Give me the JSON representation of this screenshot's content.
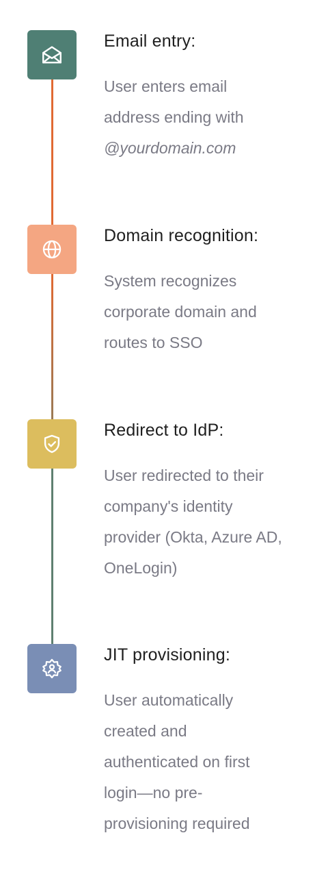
{
  "colors": {
    "step1_icon_bg": "#4f7f74",
    "step2_icon_bg": "#f4a682",
    "step3_icon_bg": "#dcbd5e",
    "step4_icon_bg": "#7a8eb5",
    "line_orange": "#e06a33",
    "line_brown": "#9a7a55",
    "line_green": "#5f8070",
    "title_text": "#1f1f1f",
    "body_text": "#7a7a85"
  },
  "steps": [
    {
      "icon": "envelope-icon",
      "title": "Email entry:",
      "desc_lines": [
        {
          "text": "User enters email",
          "italic": false
        },
        {
          "text": "address ending with",
          "italic": false
        },
        {
          "text": "@yourdomain.com",
          "italic": true
        }
      ]
    },
    {
      "icon": "globe-icon",
      "title": "Domain recognition:",
      "desc_lines": [
        {
          "text": "System recognizes",
          "italic": false
        },
        {
          "text": "corporate domain and",
          "italic": false
        },
        {
          "text": "routes to SSO",
          "italic": false
        }
      ]
    },
    {
      "icon": "shield-check-icon",
      "title": "Redirect to IdP:",
      "desc_lines": [
        {
          "text": "User redirected to their",
          "italic": false
        },
        {
          "text": "company's identity",
          "italic": false
        },
        {
          "text": "provider (Okta, Azure AD,",
          "italic": false
        },
        {
          "text": "OneLogin)",
          "italic": false
        }
      ]
    },
    {
      "icon": "user-gear-icon",
      "title": "JIT provisioning:",
      "desc_lines": [
        {
          "text": "User automatically",
          "italic": false
        },
        {
          "text": "created and",
          "italic": false
        },
        {
          "text": "authenticated on first",
          "italic": false
        },
        {
          "text": "login—no pre-",
          "italic": false
        },
        {
          "text": "provisioning required",
          "italic": false
        }
      ]
    }
  ]
}
